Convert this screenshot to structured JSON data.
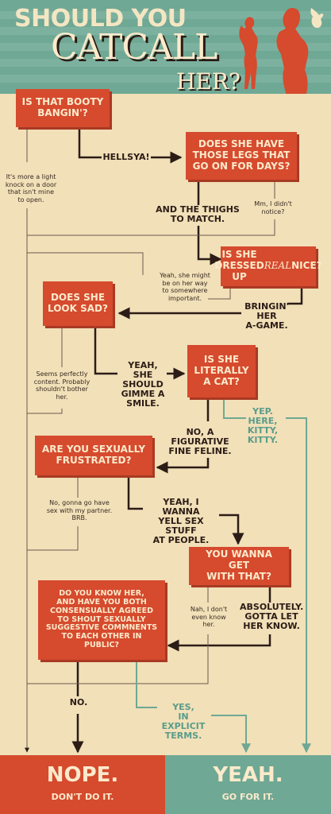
{
  "header": {
    "line1": "SHOULD YOU",
    "line2": "CATCALL",
    "line3": "HER?"
  },
  "questions": {
    "q1": "IS THAT BOOTY\nBANGIN'?",
    "q2": "DOES SHE HAVE\nTHOSE LEGS THAT\nGO ON FOR DAYS?",
    "q3_before": "IS SHE DRESSED\nUP ",
    "q3_emph": "REAL",
    "q3_after": " NICE?",
    "q4": "DOES SHE\nLOOK SAD?",
    "q5": "IS SHE\nLITERALLY\nA CAT?",
    "q6": "ARE YOU SEXUALLY\nFRUSTRATED?",
    "q7": "YOU WANNA GET\nWITH THAT?",
    "q8": "DO YOU KNOW HER,\nAND HAVE YOU BOTH\nCONSENSUALLY AGREED\nTO SHOUT SEXUALLY\nSUGGESTIVE COMMNENTS\nTO EACH OTHER IN PUBLIC?"
  },
  "answers": {
    "a_hellsya": "HELLSYA!",
    "a_thighs": "AND THE THIGHS\nTO MATCH.",
    "a_bringin": "BRINGIN'\nHER\nA-GAME.",
    "a_smile": "YEAH, SHE\nSHOULD\nGIMME A\nSMILE.",
    "a_kitty": "YEP.\nHERE, KITTY,\nKITTY.",
    "a_feline": "NO, A\nFIGURATIVE\nFINE FELINE.",
    "a_yell": "YEAH, I WANNA\nYELL SEX STUFF\nAT PEOPLE.",
    "a_absolutely": "ABSOLUTELY.\nGOTTA LET\nHER KNOW.",
    "a_no": "NO.",
    "a_yes": "YES,\nIN EXPLICIT\nTERMS."
  },
  "notes": {
    "n_knock": "It's more a light\nknock on a door\nthat isn't mine\nto open.",
    "n_notice": "Mm, I didn't\nnotice?",
    "n_important": "Yeah, she might\nbe on her way\nto somewhere\nimportant.",
    "n_content": "Seems perfectly\ncontent. Probably\nshouldn't bother\nher.",
    "n_partner": "No, gonna go have\nsex with my partner.\nBRB.",
    "n_dontknow": "Nah, I don't\neven know\nher."
  },
  "footer": {
    "nope": "NOPE.",
    "dont": "DON'T DO IT.",
    "yeah": "YEAH.",
    "go": "GO FOR IT."
  },
  "colors": {
    "background": "#f1e0b8",
    "box": "#d64a2e",
    "teal": "#6fa894",
    "dark": "#2c1c16"
  }
}
